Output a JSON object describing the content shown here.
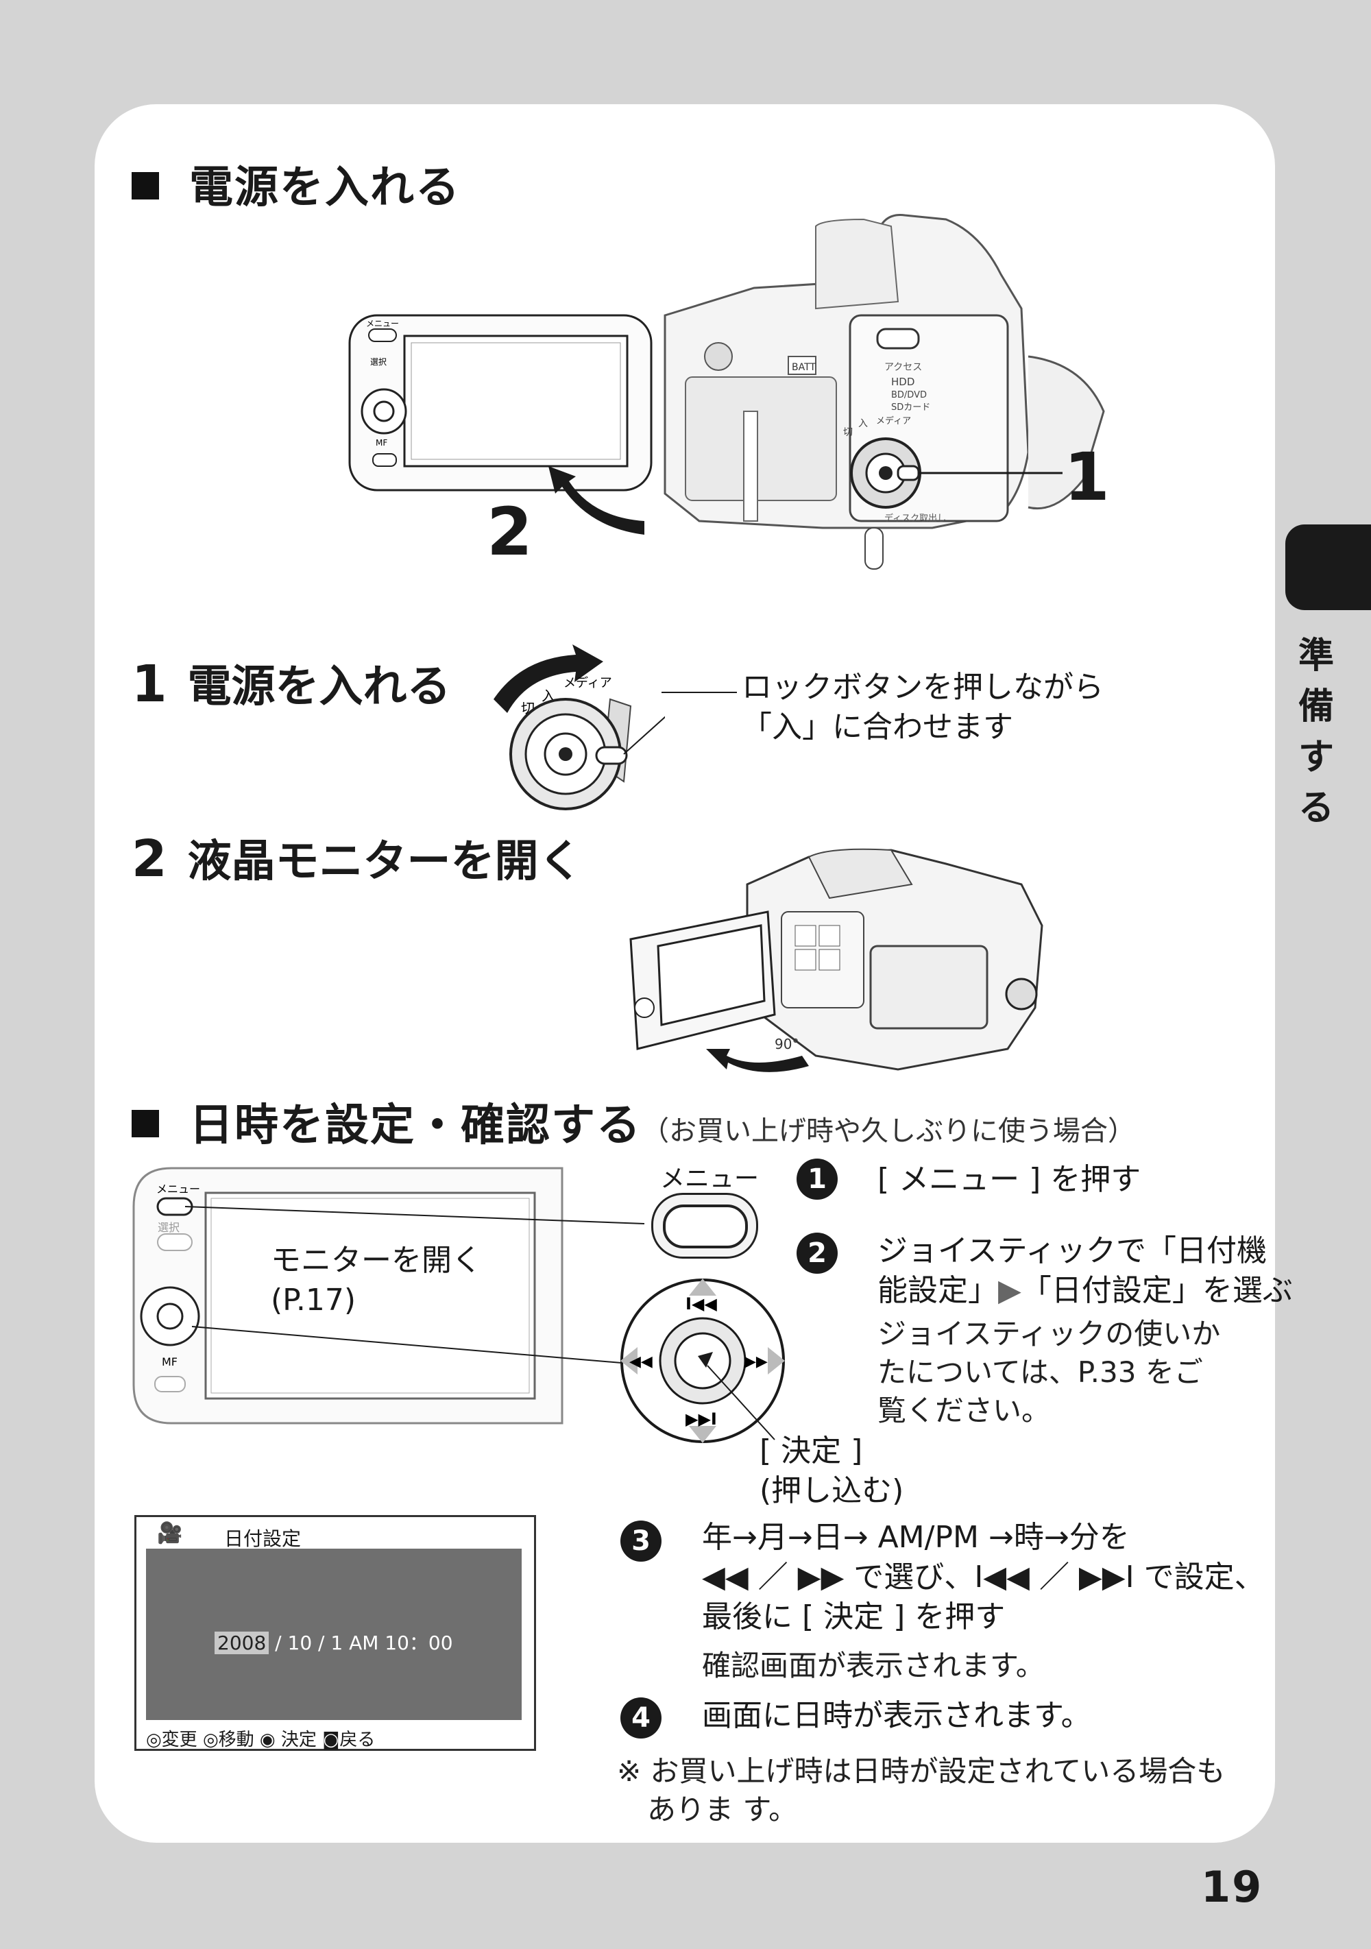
{
  "sections": {
    "power_heading": "電源を入れる",
    "datetime_heading": "日時を設定・確認する",
    "datetime_note": "（お買い上げ時や久しぶりに使う場合）"
  },
  "steps": {
    "s1_num": "1",
    "s1_title": "電源を入れる",
    "s1_line1": "ロックボタンを押しながら",
    "s1_line2": "「入」に合わせます",
    "s2_num": "2",
    "s2_title": "液晶モニターを開く"
  },
  "camera_top": {
    "callout1": "1",
    "callout2": "2",
    "lbl_menu": "メニュー",
    "lbl_select": "選択",
    "lbl_mf": "MF",
    "lbl_batt": "BATT",
    "lbl_access": "アクセス",
    "lbl_hdd": "HDD",
    "lbl_bddvd": "BD/DVD",
    "lbl_sd": "SDカード",
    "lbl_kiri": "切",
    "lbl_iri": "入",
    "lbl_media": "メディア",
    "lbl_disc_eject": "ディスク取出し"
  },
  "dial": {
    "kiri": "切",
    "iri": "入",
    "media": "メディア"
  },
  "open_cam": {
    "angle": "90°"
  },
  "monitor": {
    "menu_label": "メニュー",
    "select_label": "選択",
    "mf_label": "MF",
    "open_text_line1": "モニターを開く",
    "open_text_line2": "(P.17)"
  },
  "menu_btn_label": "メニュー",
  "joystick": {
    "decide_line1": "[ 決定 ]",
    "decide_line2": "(押し込む)"
  },
  "instructions": {
    "b1": "1",
    "i1": "[ メニュー ] を押す",
    "b2": "2",
    "i2_line1": "ジョイスティックで「日付機",
    "i2_line2a": "能設定」",
    "i2_line2b": "「日付設定」を選ぶ",
    "i2_sub1": "ジョイスティックの使いか",
    "i2_sub2": "たについては、P.33 をご",
    "i2_sub3": "覧ください。",
    "b3": "3",
    "i3_line1": "年→月→日→ AM/PM →時→分を",
    "i3_line2a": "◀◀ ／ ▶▶ で選び、",
    "i3_line2b": "I◀◀ ／ ▶▶I で設定、",
    "i3_line3": "最後に [ 決定 ] を押す",
    "i3_sub": "確認画面が表示されます。",
    "b4": "4",
    "i4": "画面に日時が表示されます。",
    "note_line1": "※ お買い上げ時は日時が設定されている場合も",
    "note_line2": "ありま す。"
  },
  "date_screen": {
    "title": "日付設定",
    "year": "2008",
    "rest": " / 10 /   1   AM  10：00",
    "footer": "◎変更 ◎移動 ◉ 決定 ◙戻る"
  },
  "side": {
    "label_chars": [
      "準",
      "備",
      "す",
      "る"
    ]
  },
  "page_number": "19"
}
